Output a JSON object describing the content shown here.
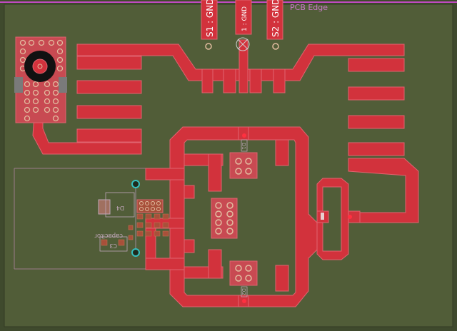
{
  "colors": {
    "background": "#3f4a2d",
    "board_fill": "#515d38",
    "edge": "#c04ac0",
    "copper": "#d2323c",
    "copper_stroke": "#e06470",
    "silk": "#bfa6b8",
    "pad_ring": "#e2bda0",
    "via_ring": "#36c0c0"
  },
  "labels": {
    "pcb_edge": "PCB Edge",
    "s1_gnd": "S1 : GND",
    "gnd_1": "1 : GND",
    "s2_gnd": "S2 : GND",
    "d1": "D1",
    "d2": "D2",
    "d4": "D4",
    "c3": "C3",
    "capacitor": "capacitor"
  },
  "icons": {
    "sma_connector": "sma-connector-icon",
    "test_point": "test-point-icon",
    "cross_marker": "cross-marker-icon"
  }
}
